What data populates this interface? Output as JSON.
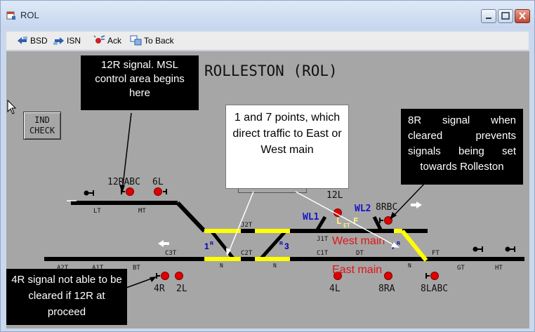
{
  "window": {
    "title": "ROL",
    "accent_close": "#c14530"
  },
  "toolbar": {
    "items": [
      {
        "label": "BSD",
        "icon": "bsd-icon"
      },
      {
        "label": "ISN",
        "icon": "isn-icon"
      },
      {
        "label": "Ack",
        "icon": "ack-icon"
      },
      {
        "label": "To Back",
        "icon": "to-back-icon"
      }
    ]
  },
  "diagram": {
    "station": "ROLLESTON (ROL)",
    "ind_check": {
      "line1": "IND",
      "line2": "CHECK"
    },
    "signals": [
      "12RABC",
      "6L",
      "12L",
      "8RBC",
      "4R",
      "2L",
      "4L",
      "8RA",
      "8LABC"
    ],
    "track_labels": [
      "LT",
      "MT",
      "J2T",
      "A2T",
      "A1T",
      "BT",
      "C3T",
      "C2T",
      "C1T",
      "DT",
      "J1T",
      "FT",
      "GT",
      "HT"
    ],
    "point_numbers": [
      "1",
      "3",
      "7"
    ],
    "point_suffixes": [
      "R",
      "R",
      "R"
    ],
    "point_markers": [
      "N",
      "N",
      "N"
    ],
    "wl_labels": [
      "WL1",
      "WL2"
    ],
    "let_letters": [
      "L",
      "ET",
      "F"
    ],
    "main_labels": {
      "west": "West main",
      "east": "East main"
    },
    "colors": {
      "background": "#a6a6a6",
      "track": "#000000",
      "route": "#ffff00",
      "signal_red": "#e00000",
      "point_blue": "#0000b4",
      "wl_blue": "#1414c8",
      "main_red": "#e11414",
      "let_yellow": "#fff080"
    }
  },
  "callouts": {
    "c12r": "12R signal. MSL control area begins here",
    "c_points": "1 and 7 points, which direct traffic to East or West main",
    "c8r": "8R signal when cleared prevents signals being set towards Rolleston",
    "c4r": "4R signal not able to be cleared if 12R at proceed"
  }
}
